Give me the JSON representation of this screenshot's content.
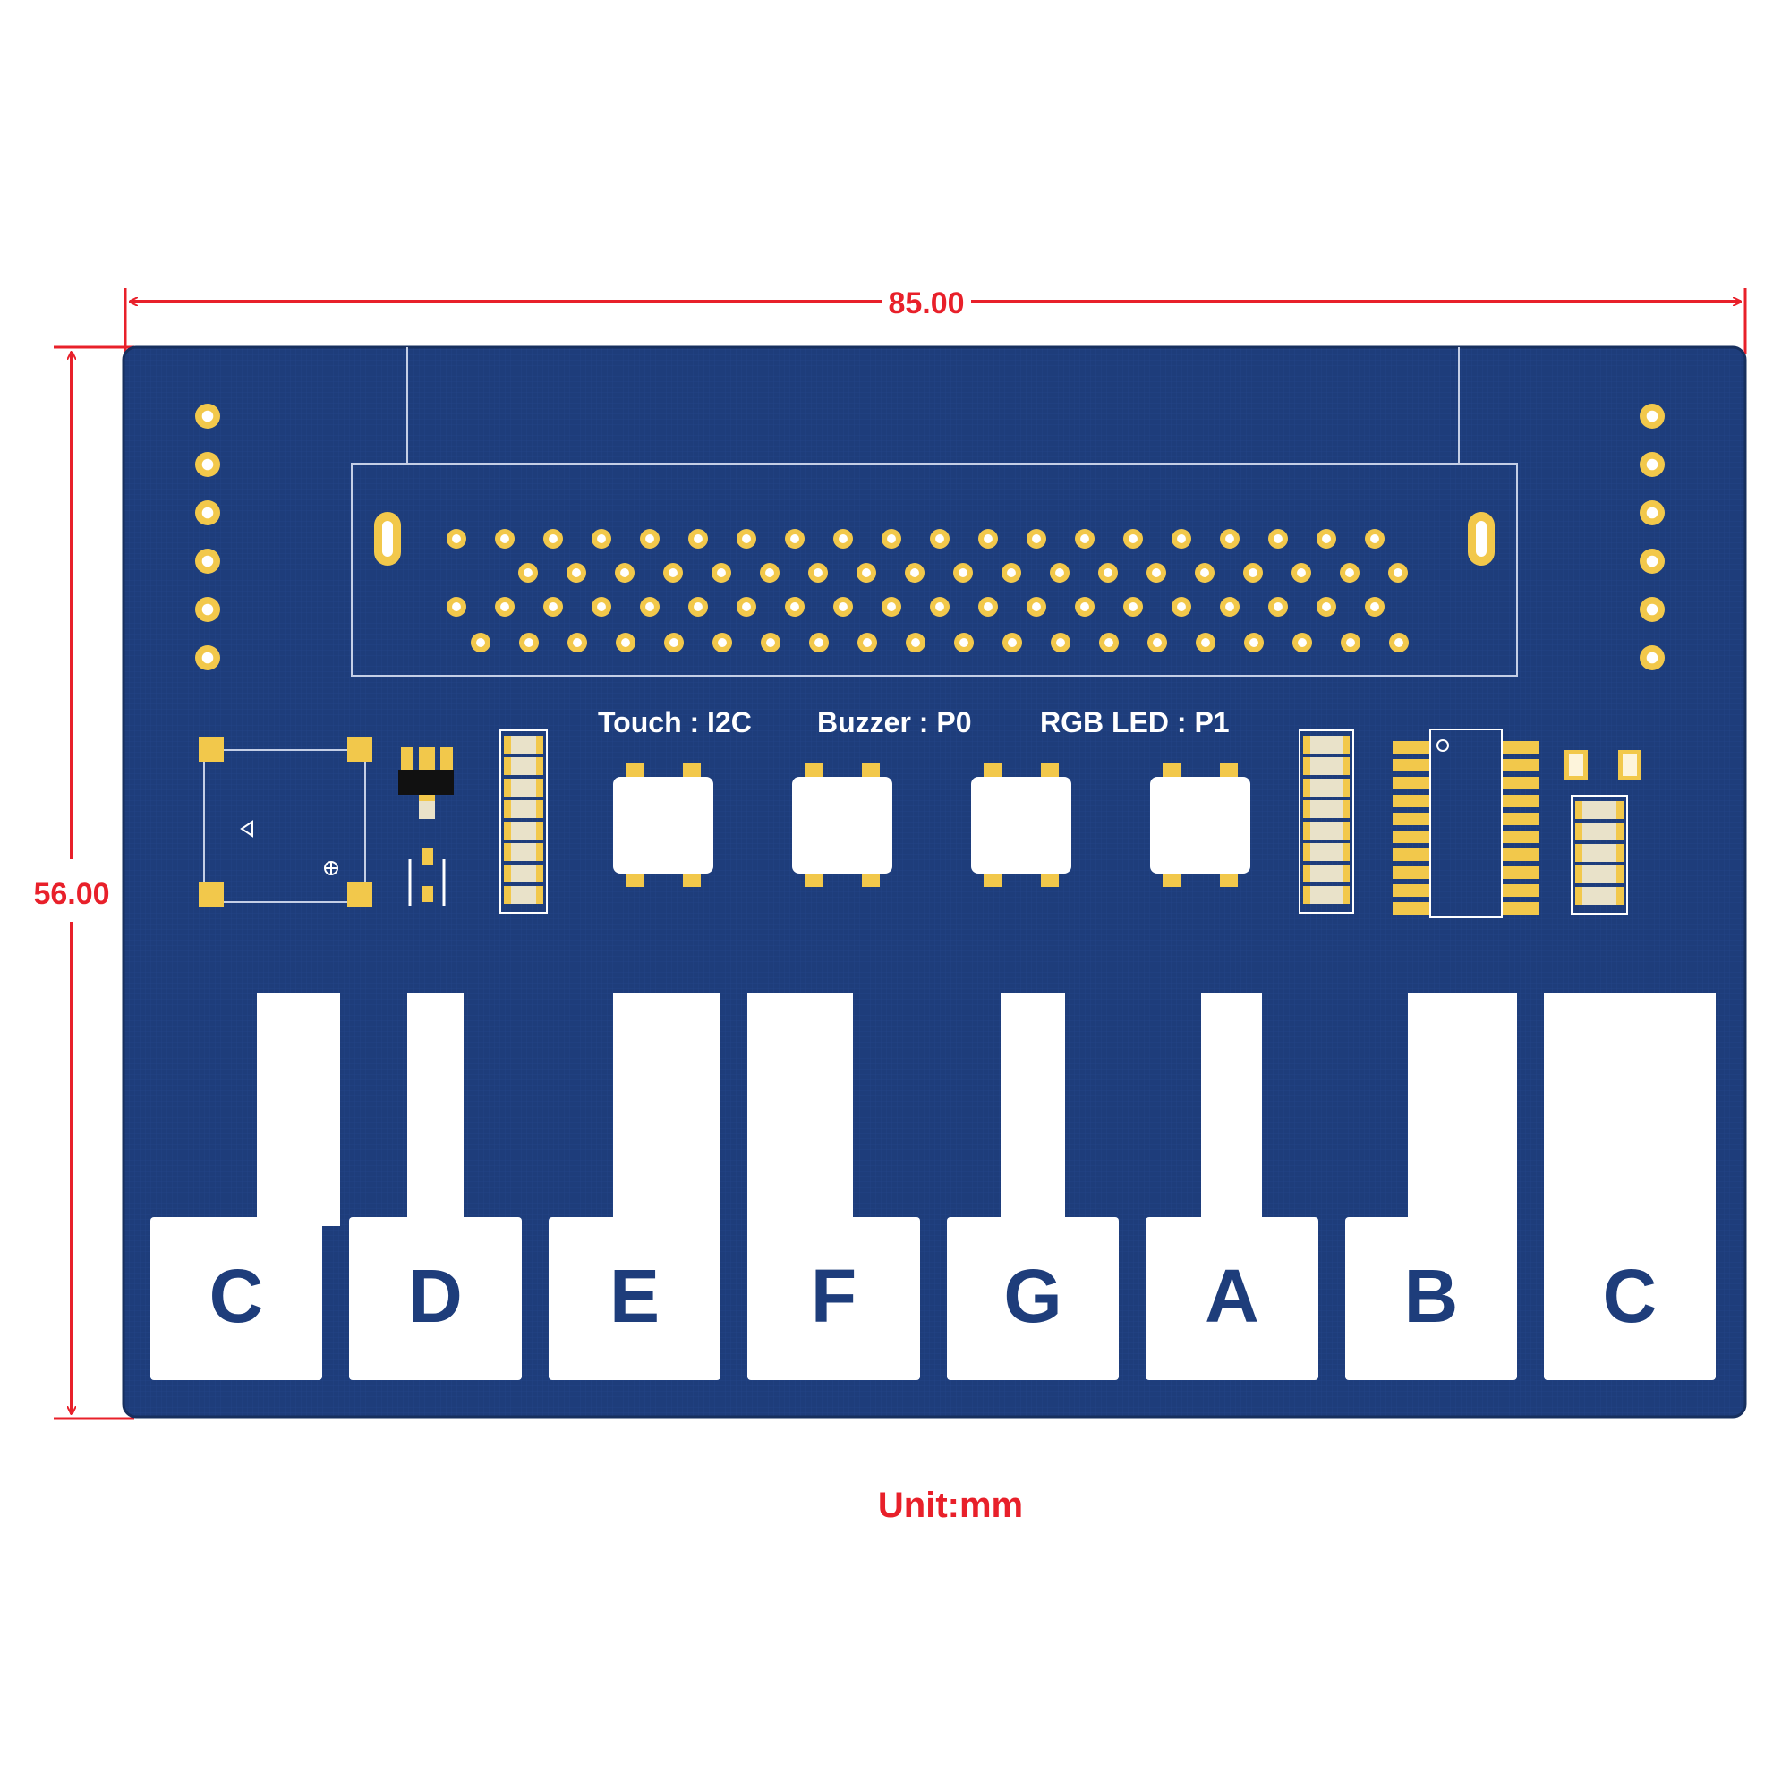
{
  "dimensions": {
    "width_label": "85.00",
    "height_label": "56.00",
    "unit_label": "Unit:mm"
  },
  "silkscreen": {
    "touch": "Touch : I2C",
    "buzzer": "Buzzer : P0",
    "rgb_led": "RGB LED : P1"
  },
  "keys": [
    {
      "note": "C"
    },
    {
      "note": "D"
    },
    {
      "note": "E"
    },
    {
      "note": "F"
    },
    {
      "note": "G"
    },
    {
      "note": "A"
    },
    {
      "note": "B"
    },
    {
      "note": "C"
    }
  ],
  "colors": {
    "board": "#1e3d7b",
    "dimension": "#e8202a",
    "pad_gold": "#f2c84b",
    "key_white": "#ffffff"
  }
}
